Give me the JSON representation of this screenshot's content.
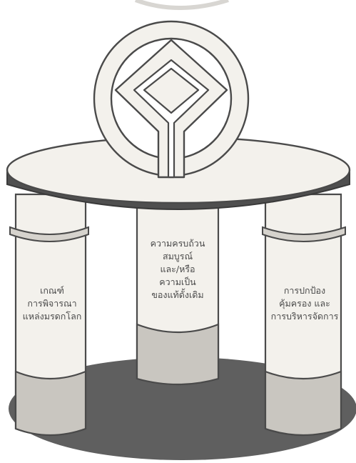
{
  "pillars": {
    "left": {
      "lines": [
        "เกณฑ์",
        "การพิจารณา",
        "แหล่งมรดกโลก"
      ]
    },
    "middle": {
      "lines": [
        "ความครบถ้วน",
        "สมบูรณ์",
        "และ/หรือ",
        "ความเป็น",
        "ของแท้ดั้งเดิม"
      ]
    },
    "right": {
      "lines": [
        "การปกป้อง",
        "คุ้มครอง และ",
        "การบริหารจัดการ"
      ]
    }
  },
  "emblem": {
    "icon": "world-heritage-emblem-icon"
  },
  "colors": {
    "stroke": "#4a4a4a",
    "fill_light": "#f3f1ec",
    "fill_shadow": "#c9c6c0",
    "base_shadow": "#5f5f5f"
  }
}
